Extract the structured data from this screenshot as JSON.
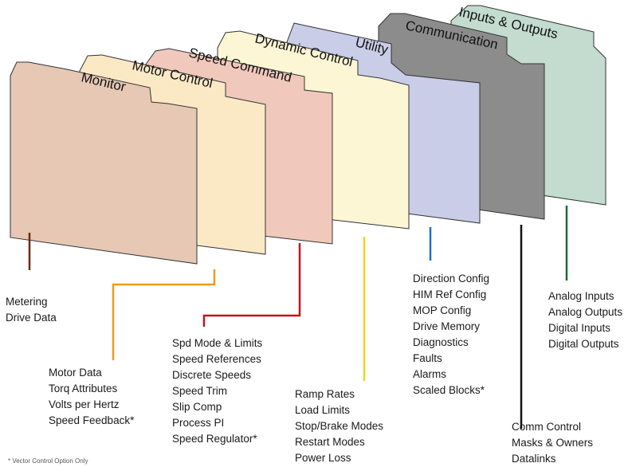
{
  "folders": [
    {
      "label": "Inputs & Outputs",
      "fill": "#c3dccf"
    },
    {
      "label": "Communication",
      "fill": "#8c8c8c"
    },
    {
      "label": "Utility",
      "fill": "#c9cde8"
    },
    {
      "label": "Dynamic Control",
      "fill": "#fcf6d5"
    },
    {
      "label": "Speed Command",
      "fill": "#f0c8bc"
    },
    {
      "label": "Motor Control",
      "fill": "#fbe9c6"
    },
    {
      "label": "Monitor",
      "fill": "#e6c8b4"
    }
  ],
  "groups": {
    "monitor": {
      "color": "#6b2c0c",
      "items": [
        "Metering",
        "Drive Data"
      ]
    },
    "motor_control": {
      "color": "#f29a1c",
      "items": [
        "Motor Data",
        "Torq Attributes",
        "Volts per Hertz",
        "Speed Feedback*"
      ]
    },
    "speed_command": {
      "color": "#c3141c",
      "items": [
        "Spd Mode & Limits",
        "Speed References",
        "Discrete Speeds",
        "Speed Trim",
        "Slip Comp",
        "Process PI",
        "Speed Regulator*"
      ]
    },
    "dynamic_control": {
      "color": "#f2d21a",
      "items": [
        "Ramp Rates",
        "Load Limits",
        "Stop/Brake Modes",
        "Restart Modes",
        "Power Loss"
      ]
    },
    "utility": {
      "color": "#1a6fd6",
      "items": [
        "Direction Config",
        "HIM Ref Config",
        "MOP Config",
        "Drive Memory",
        "Diagnostics",
        "Faults",
        "Alarms",
        "Scaled Blocks*"
      ]
    },
    "communication": {
      "color": "#111111",
      "items": [
        "Comm Control",
        "Masks & Owners",
        "Datalinks"
      ]
    },
    "inputs_outputs": {
      "color": "#1e6a3a",
      "items": [
        "Analog Inputs",
        "Analog Outputs",
        "Digital Inputs",
        "Digital Outputs"
      ]
    }
  },
  "footnote": "* Vector Control Option Only"
}
